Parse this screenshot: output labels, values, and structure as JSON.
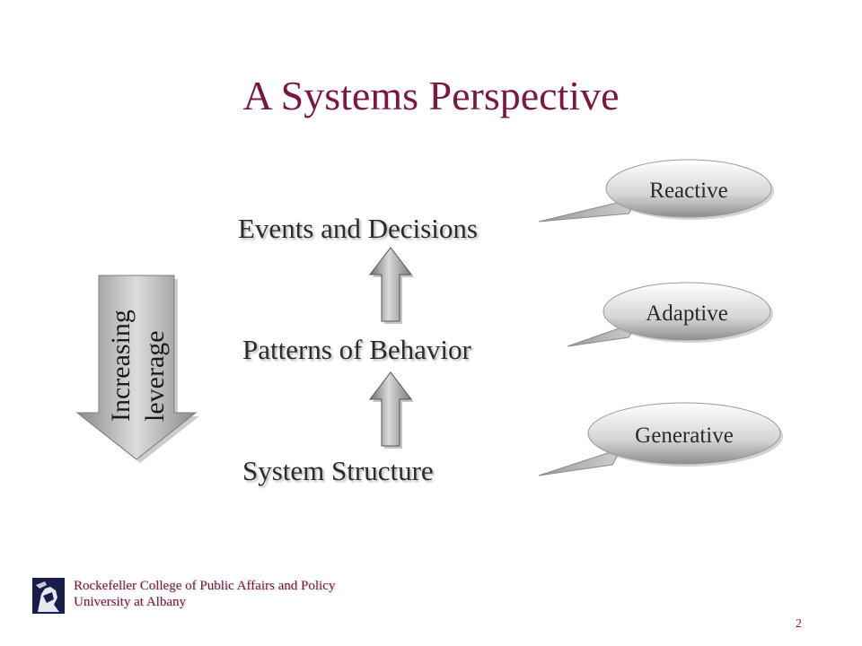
{
  "title": "A Systems Perspective",
  "levels": {
    "events": "Events and Decisions",
    "patterns": "Patterns of Behavior",
    "structure": "System Structure"
  },
  "responses": {
    "reactive": "Reactive",
    "adaptive": "Adaptive",
    "generative": "Generative"
  },
  "leverage": {
    "line1": "Increasing",
    "line2": "leverage"
  },
  "footer": {
    "line1": "Rockefeller College of Public Affairs and Policy",
    "line2": "University at Albany"
  },
  "page_number": "2",
  "colors": {
    "title": "#7a1743",
    "footer_text": "#7a1743",
    "logo_background": "#1b1e4a"
  }
}
